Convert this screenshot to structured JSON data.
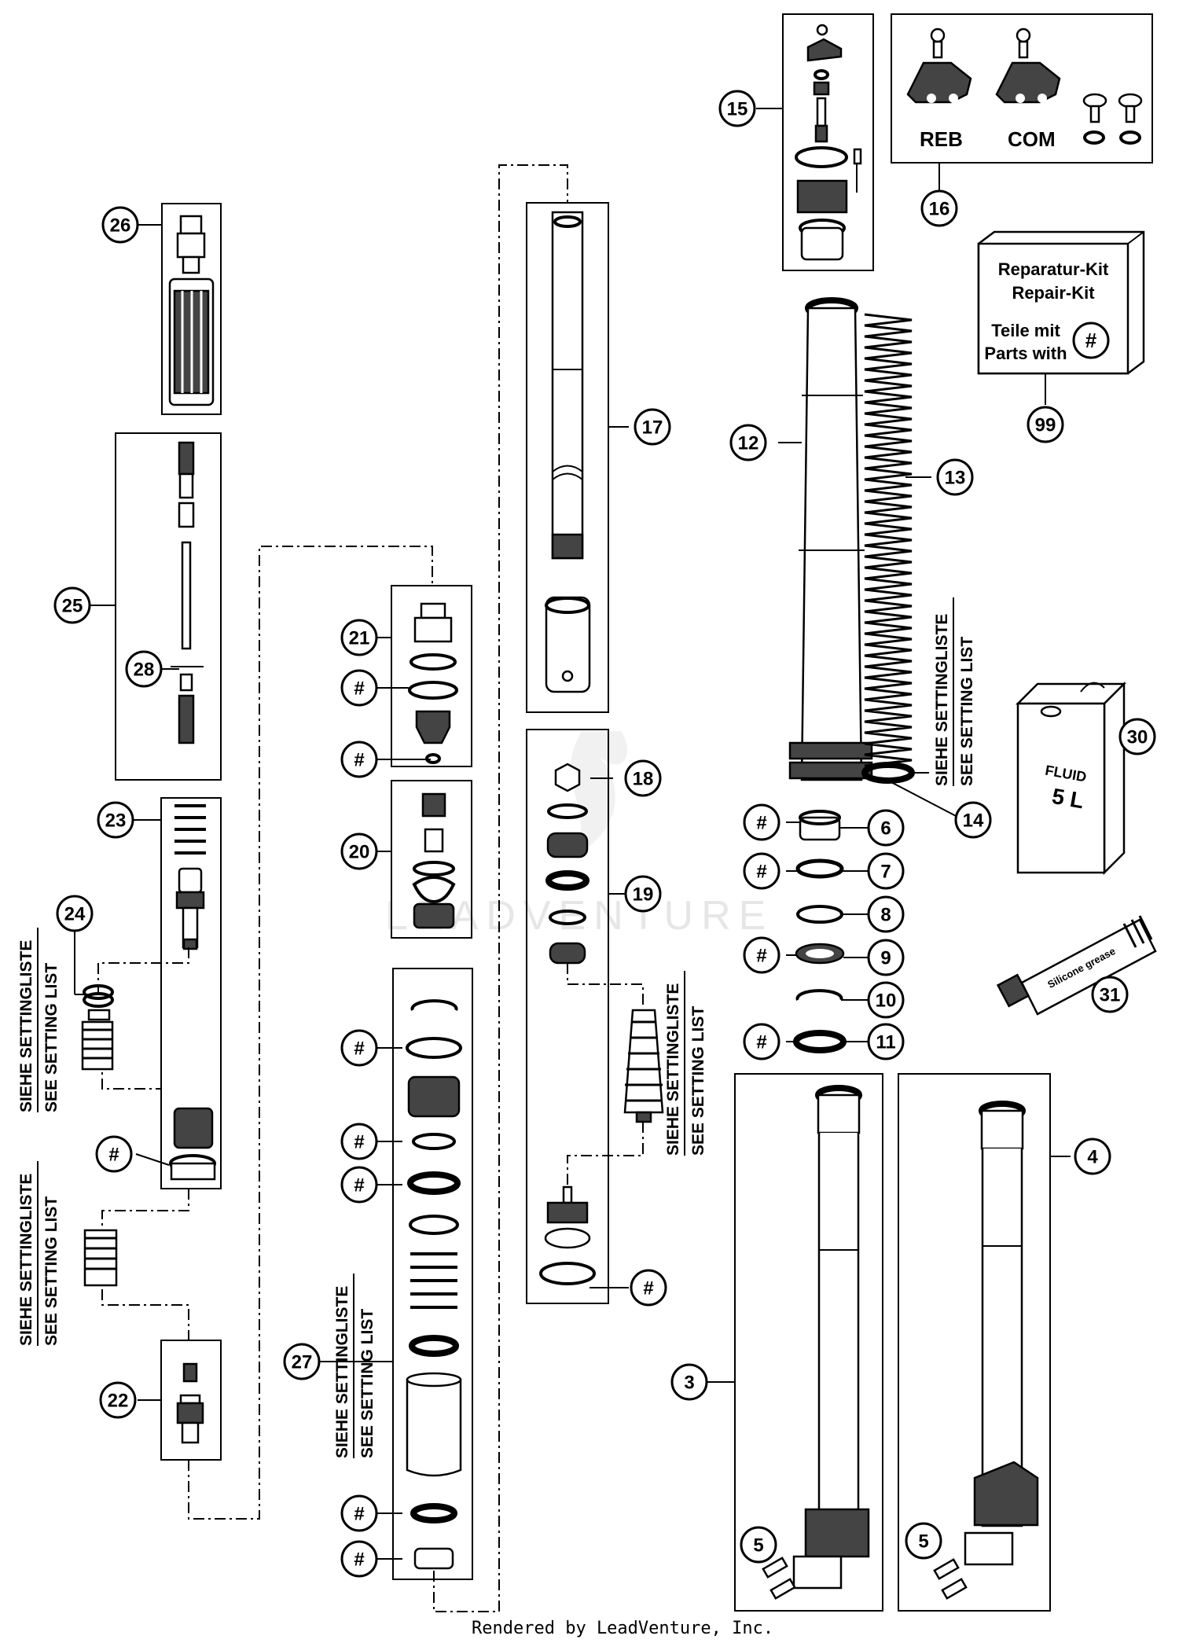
{
  "callouts": [
    {
      "id": "c26",
      "text": "26"
    },
    {
      "id": "c25",
      "text": "25"
    },
    {
      "id": "c28",
      "text": "28"
    },
    {
      "id": "c23",
      "text": "23"
    },
    {
      "id": "c24",
      "text": "24"
    },
    {
      "id": "c22",
      "text": "22"
    },
    {
      "id": "c21",
      "text": "21"
    },
    {
      "id": "c20",
      "text": "20"
    },
    {
      "id": "c27",
      "text": "27"
    },
    {
      "id": "c17",
      "text": "17"
    },
    {
      "id": "c18",
      "text": "18"
    },
    {
      "id": "c19",
      "text": "19"
    },
    {
      "id": "c15",
      "text": "15"
    },
    {
      "id": "c16",
      "text": "16"
    },
    {
      "id": "c99",
      "text": "99"
    },
    {
      "id": "c12",
      "text": "12"
    },
    {
      "id": "c13",
      "text": "13"
    },
    {
      "id": "c14",
      "text": "14"
    },
    {
      "id": "c30",
      "text": "30"
    },
    {
      "id": "c31",
      "text": "31"
    },
    {
      "id": "c6",
      "text": "6"
    },
    {
      "id": "c7",
      "text": "7"
    },
    {
      "id": "c8",
      "text": "8"
    },
    {
      "id": "c9",
      "text": "9"
    },
    {
      "id": "c10",
      "text": "10"
    },
    {
      "id": "c11",
      "text": "11"
    },
    {
      "id": "c3",
      "text": "3"
    },
    {
      "id": "c4",
      "text": "4"
    },
    {
      "id": "c5a",
      "text": "5"
    },
    {
      "id": "c5b",
      "text": "5"
    },
    {
      "id": "h1",
      "text": "#"
    },
    {
      "id": "h2",
      "text": "#"
    },
    {
      "id": "h3",
      "text": "#"
    },
    {
      "id": "h4",
      "text": "#"
    },
    {
      "id": "h5",
      "text": "#"
    },
    {
      "id": "h6",
      "text": "#"
    },
    {
      "id": "h7",
      "text": "#"
    },
    {
      "id": "h8",
      "text": "#"
    },
    {
      "id": "h9",
      "text": "#"
    },
    {
      "id": "h10",
      "text": "#"
    },
    {
      "id": "h11",
      "text": "#"
    },
    {
      "id": "h12",
      "text": "#"
    },
    {
      "id": "h13",
      "text": "#"
    },
    {
      "id": "h14",
      "text": "#"
    },
    {
      "id": "h15",
      "text": "#"
    }
  ],
  "labels": {
    "reb": "REB",
    "com": "COM",
    "repair_kit_de": "Reparatur-Kit",
    "repair_kit_en": "Repair-Kit",
    "parts_with_de": "Teile mit",
    "parts_with_en": "Parts with",
    "parts_with_symbol": "#",
    "fluid_brand": "FLUID",
    "fluid_volume": "5 L",
    "grease_text": "Silicone grease",
    "setting_de": "SIEHE SETTINGLISTE",
    "setting_en": "SEE SETTING LIST",
    "watermark": "LEADVENTURE",
    "footer": "Rendered by LeadVenture, Inc."
  }
}
